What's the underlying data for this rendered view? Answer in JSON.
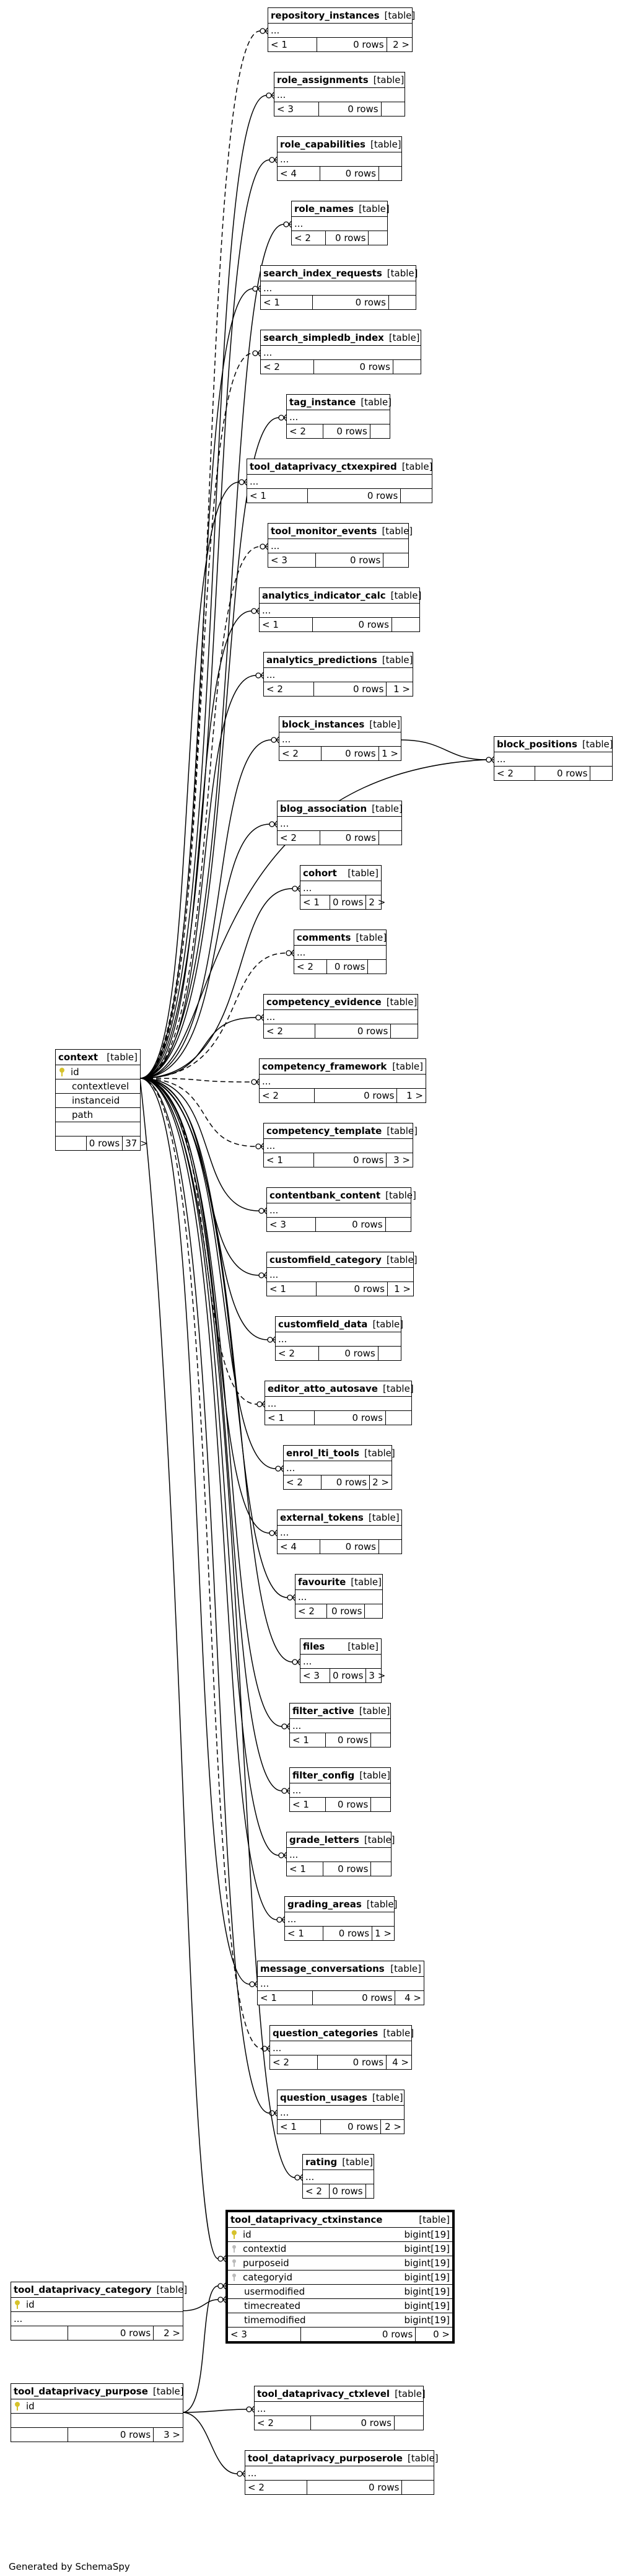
{
  "credit": "Generated by SchemaSpy",
  "table_label": "[table]",
  "tables": [
    {
      "name": "repository_instances",
      "f1": "< 1",
      "f2": "0 rows",
      "f3": "2 >"
    },
    {
      "name": "role_assignments",
      "f1": "< 3",
      "f2": "0 rows",
      "f3": ""
    },
    {
      "name": "role_capabilities",
      "f1": "< 4",
      "f2": "0 rows",
      "f3": ""
    },
    {
      "name": "role_names",
      "f1": "< 2",
      "f2": "0 rows",
      "f3": ""
    },
    {
      "name": "search_index_requests",
      "f1": "< 1",
      "f2": "0 rows",
      "f3": ""
    },
    {
      "name": "search_simpledb_index",
      "f1": "< 2",
      "f2": "0 rows",
      "f3": ""
    },
    {
      "name": "tag_instance",
      "f1": "< 2",
      "f2": "0 rows",
      "f3": ""
    },
    {
      "name": "tool_dataprivacy_ctxexpired",
      "f1": "< 1",
      "f2": "0 rows",
      "f3": ""
    },
    {
      "name": "tool_monitor_events",
      "f1": "< 3",
      "f2": "0 rows",
      "f3": ""
    },
    {
      "name": "analytics_indicator_calc",
      "f1": "< 1",
      "f2": "0 rows",
      "f3": ""
    },
    {
      "name": "analytics_predictions",
      "f1": "< 2",
      "f2": "0 rows",
      "f3": "1 >"
    },
    {
      "name": "block_instances",
      "f1": "< 2",
      "f2": "0 rows",
      "f3": "1 >"
    },
    {
      "name": "block_positions",
      "f1": "< 2",
      "f2": "0 rows",
      "f3": ""
    },
    {
      "name": "blog_association",
      "f1": "< 2",
      "f2": "0 rows",
      "f3": ""
    },
    {
      "name": "cohort",
      "f1": "< 1",
      "f2": "0 rows",
      "f3": "2 >"
    },
    {
      "name": "comments",
      "f1": "< 2",
      "f2": "0 rows",
      "f3": ""
    },
    {
      "name": "competency_evidence",
      "f1": "< 2",
      "f2": "0 rows",
      "f3": ""
    },
    {
      "name": "competency_framework",
      "f1": "< 2",
      "f2": "0 rows",
      "f3": "1 >"
    },
    {
      "name": "competency_template",
      "f1": "< 1",
      "f2": "0 rows",
      "f3": "3 >"
    },
    {
      "name": "contentbank_content",
      "f1": "< 3",
      "f2": "0 rows",
      "f3": ""
    },
    {
      "name": "customfield_category",
      "f1": "< 1",
      "f2": "0 rows",
      "f3": "1 >"
    },
    {
      "name": "customfield_data",
      "f1": "< 2",
      "f2": "0 rows",
      "f3": ""
    },
    {
      "name": "editor_atto_autosave",
      "f1": "< 1",
      "f2": "0 rows",
      "f3": ""
    },
    {
      "name": "enrol_lti_tools",
      "f1": "< 2",
      "f2": "0 rows",
      "f3": "2 >"
    },
    {
      "name": "external_tokens",
      "f1": "< 4",
      "f2": "0 rows",
      "f3": ""
    },
    {
      "name": "favourite",
      "f1": "< 2",
      "f2": "0 rows",
      "f3": ""
    },
    {
      "name": "files",
      "f1": "< 3",
      "f2": "0 rows",
      "f3": "3 >"
    },
    {
      "name": "filter_active",
      "f1": "< 1",
      "f2": "0 rows",
      "f3": ""
    },
    {
      "name": "filter_config",
      "f1": "< 1",
      "f2": "0 rows",
      "f3": ""
    },
    {
      "name": "grade_letters",
      "f1": "< 1",
      "f2": "0 rows",
      "f3": ""
    },
    {
      "name": "grading_areas",
      "f1": "< 1",
      "f2": "0 rows",
      "f3": "1 >"
    },
    {
      "name": "message_conversations",
      "f1": "< 1",
      "f2": "0 rows",
      "f3": "4 >"
    },
    {
      "name": "question_categories",
      "f1": "< 2",
      "f2": "0 rows",
      "f3": "4 >"
    },
    {
      "name": "question_usages",
      "f1": "< 1",
      "f2": "0 rows",
      "f3": "2 >"
    },
    {
      "name": "rating",
      "f1": "< 2",
      "f2": "0 rows",
      "f3": ""
    },
    {
      "name": "tool_dataprivacy_ctxlevel",
      "f1": "< 2",
      "f2": "0 rows",
      "f3": ""
    },
    {
      "name": "tool_dataprivacy_purposerole",
      "f1": "< 2",
      "f2": "0 rows",
      "f3": ""
    }
  ],
  "context": {
    "name": "context",
    "type": "[table]",
    "columns": [
      "id",
      "contextlevel",
      "instanceid",
      "path"
    ],
    "f1": "",
    "f2": "0 rows",
    "f3": "37 >"
  },
  "ctxinstance": {
    "name": "tool_dataprivacy_ctxinstance",
    "type": "[table]",
    "columns": [
      {
        "name": "id",
        "type": "bigint[19]"
      },
      {
        "name": "contextid",
        "type": "bigint[19]"
      },
      {
        "name": "purposeid",
        "type": "bigint[19]"
      },
      {
        "name": "categoryid",
        "type": "bigint[19]"
      },
      {
        "name": "usermodified",
        "type": "bigint[19]"
      },
      {
        "name": "timecreated",
        "type": "bigint[19]"
      },
      {
        "name": "timemodified",
        "type": "bigint[19]"
      }
    ],
    "f1": "< 3",
    "f2": "0 rows",
    "f3": "0 >"
  },
  "category": {
    "name": "tool_dataprivacy_category",
    "type": "[table]",
    "col": "id",
    "f1": "",
    "f2": "0 rows",
    "f3": "2 >"
  },
  "purpose": {
    "name": "tool_dataprivacy_purpose",
    "type": "[table]",
    "col": "id",
    "f1": "",
    "f2": "0 rows",
    "f3": "3 >"
  },
  "ellipsis": "..."
}
